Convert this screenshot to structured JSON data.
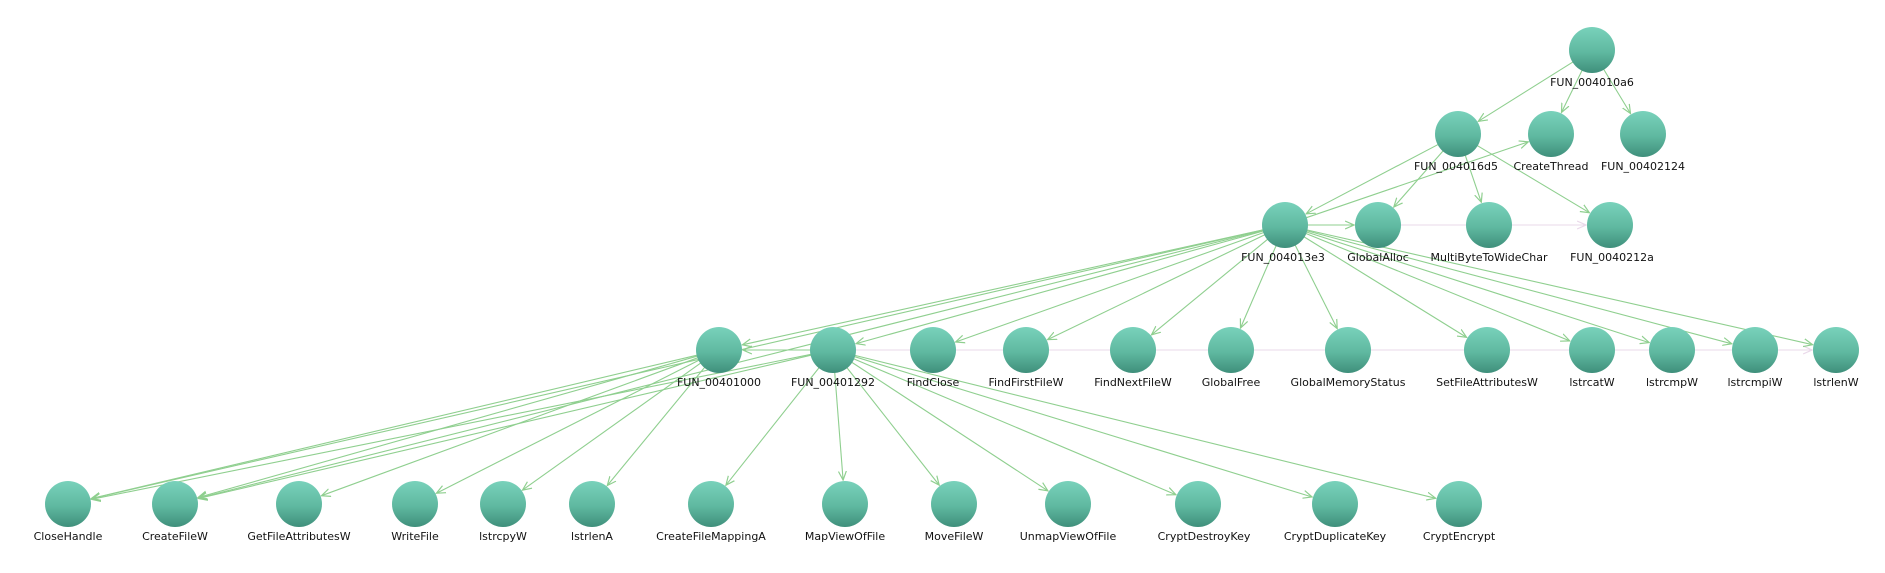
{
  "graph": {
    "colors": {
      "node_top": "#79d2bb",
      "node_mid": "#5fb8a0",
      "node_bottom": "#3f8f7b",
      "edge": "#8fcf8f",
      "edge_faint": "#ead9ea",
      "label": "#111111"
    },
    "nodes": [
      {
        "id": "n0",
        "label": "FUN_004010a6"
      },
      {
        "id": "n1",
        "label": "FUN_004016d5"
      },
      {
        "id": "n2",
        "label": "CreateThread"
      },
      {
        "id": "n3",
        "label": "FUN_00402124"
      },
      {
        "id": "n4",
        "label": "FUN_004013e3"
      },
      {
        "id": "n5",
        "label": "GlobalAlloc"
      },
      {
        "id": "n6",
        "label": "MultiByteToWideChar"
      },
      {
        "id": "n7",
        "label": "FUN_0040212a"
      },
      {
        "id": "n8",
        "label": "FUN_00401000"
      },
      {
        "id": "n9",
        "label": "FUN_00401292"
      },
      {
        "id": "n10",
        "label": "FindClose"
      },
      {
        "id": "n11",
        "label": "FindFirstFileW"
      },
      {
        "id": "n12",
        "label": "FindNextFileW"
      },
      {
        "id": "n13",
        "label": "GlobalFree"
      },
      {
        "id": "n14",
        "label": "GlobalMemoryStatus"
      },
      {
        "id": "n15",
        "label": "SetFileAttributesW"
      },
      {
        "id": "n16",
        "label": "lstrcatW"
      },
      {
        "id": "n17",
        "label": "lstrcmpW"
      },
      {
        "id": "n18",
        "label": "lstrcmpiW"
      },
      {
        "id": "n19",
        "label": "lstrlenW"
      },
      {
        "id": "n20",
        "label": "CloseHandle"
      },
      {
        "id": "n21",
        "label": "CreateFileW"
      },
      {
        "id": "n22",
        "label": "GetFileAttributesW"
      },
      {
        "id": "n23",
        "label": "WriteFile"
      },
      {
        "id": "n24",
        "label": "lstrcpyW"
      },
      {
        "id": "n25",
        "label": "lstrlenA"
      },
      {
        "id": "n26",
        "label": "CreateFileMappingA"
      },
      {
        "id": "n27",
        "label": "MapViewOfFile"
      },
      {
        "id": "n28",
        "label": "MoveFileW"
      },
      {
        "id": "n29",
        "label": "UnmapViewOfFile"
      },
      {
        "id": "n30",
        "label": "CryptDestroyKey"
      },
      {
        "id": "n31",
        "label": "CryptDuplicateKey"
      },
      {
        "id": "n32",
        "label": "CryptEncrypt"
      }
    ],
    "edges": [
      {
        "from": "n0",
        "to": "n1"
      },
      {
        "from": "n0",
        "to": "n2"
      },
      {
        "from": "n0",
        "to": "n3"
      },
      {
        "from": "n1",
        "to": "n4"
      },
      {
        "from": "n1",
        "to": "n5"
      },
      {
        "from": "n1",
        "to": "n6"
      },
      {
        "from": "n1",
        "to": "n7"
      },
      {
        "from": "n4",
        "to": "n2"
      },
      {
        "from": "n4",
        "to": "n5"
      },
      {
        "from": "n4",
        "to": "n8"
      },
      {
        "from": "n4",
        "to": "n9"
      },
      {
        "from": "n4",
        "to": "n10"
      },
      {
        "from": "n4",
        "to": "n11"
      },
      {
        "from": "n4",
        "to": "n12"
      },
      {
        "from": "n4",
        "to": "n13"
      },
      {
        "from": "n4",
        "to": "n14"
      },
      {
        "from": "n4",
        "to": "n15"
      },
      {
        "from": "n4",
        "to": "n16"
      },
      {
        "from": "n4",
        "to": "n17"
      },
      {
        "from": "n4",
        "to": "n18"
      },
      {
        "from": "n4",
        "to": "n19"
      },
      {
        "from": "n4",
        "to": "n20"
      },
      {
        "from": "n4",
        "to": "n21"
      },
      {
        "from": "n9",
        "to": "n8"
      },
      {
        "from": "n8",
        "to": "n20"
      },
      {
        "from": "n8",
        "to": "n21"
      },
      {
        "from": "n8",
        "to": "n22"
      },
      {
        "from": "n8",
        "to": "n23"
      },
      {
        "from": "n8",
        "to": "n24"
      },
      {
        "from": "n8",
        "to": "n25"
      },
      {
        "from": "n9",
        "to": "n20"
      },
      {
        "from": "n9",
        "to": "n21"
      },
      {
        "from": "n9",
        "to": "n26"
      },
      {
        "from": "n9",
        "to": "n27"
      },
      {
        "from": "n9",
        "to": "n28"
      },
      {
        "from": "n9",
        "to": "n29"
      },
      {
        "from": "n9",
        "to": "n30"
      },
      {
        "from": "n9",
        "to": "n31"
      },
      {
        "from": "n9",
        "to": "n32"
      }
    ],
    "faint_edges": [
      {
        "from": "n4",
        "to": "n7"
      },
      {
        "from": "n9",
        "to": "n19"
      }
    ]
  }
}
